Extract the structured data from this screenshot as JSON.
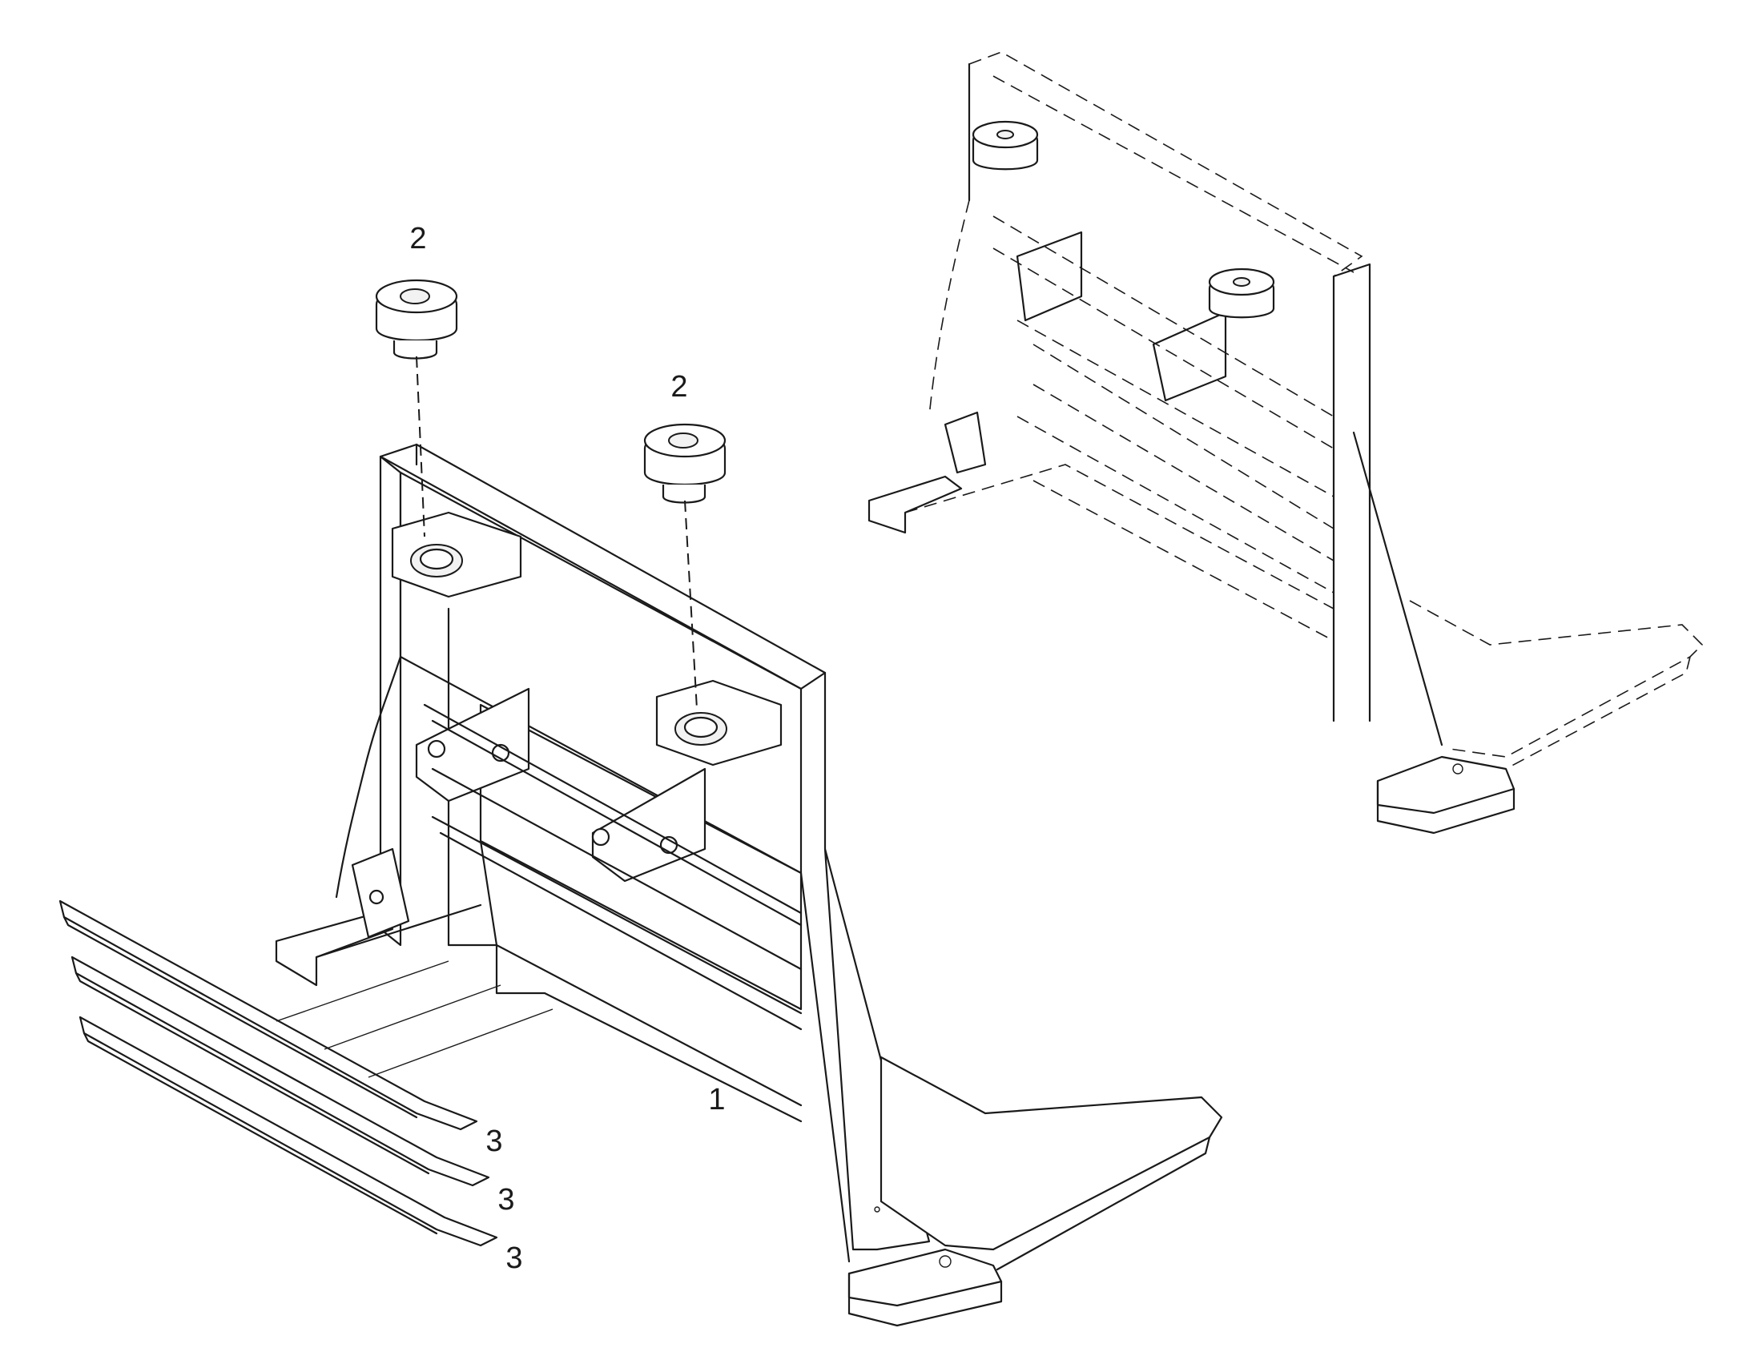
{
  "callouts": {
    "item_1": "1",
    "item_2a": "2",
    "item_2b": "2",
    "item_3a": "3",
    "item_3b": "3",
    "item_3c": "3"
  },
  "icons": [
    "rubber-mount-icon",
    "frame-bracket-icon",
    "slide-rail-icon"
  ],
  "colors": {
    "line": "#1a1a1a",
    "background": "#ffffff"
  }
}
